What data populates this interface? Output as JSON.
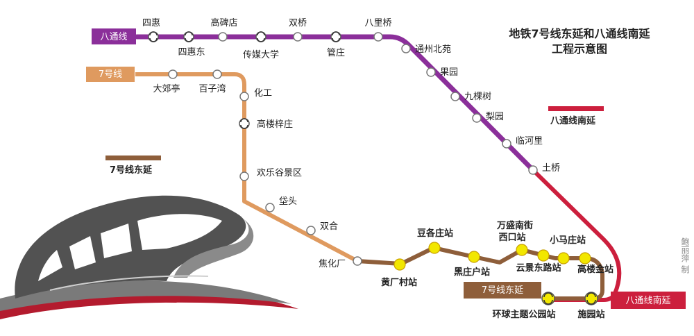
{
  "title": {
    "line1": "地铁7号线东延和八通线南延",
    "line2": "工程示意图"
  },
  "colors": {
    "line1": "#8b2f9a",
    "line7": "#df9a5f",
    "line7_ext": "#8e5e3a",
    "batong_ext": "#cc1f3d",
    "new_station": "#f2e700"
  },
  "labels": {
    "batong": "八通线",
    "line7": "7号线",
    "line7_ext_legend": "7号线东延",
    "batong_ext_legend": "八通线南延",
    "line7_ext_box": "7号线东延",
    "batong_ext_box": "八通线南延"
  },
  "stations": {
    "sihui": "四惠",
    "sihuidong": "四惠东",
    "gaobeidian": "高碑店",
    "chuanmei": "传媒大学",
    "shuangqiao": "双桥",
    "guanzhuang": "管庄",
    "baliqiao": "八里桥",
    "tongzhoubeiyuan": "通州北苑",
    "guoyuan": "果园",
    "jiukeshu": "九棵树",
    "liyuan": "梨园",
    "linheli": "临河里",
    "tuqiao": "土桥",
    "dajiaoting": "大郊亭",
    "baiziwan": "百子湾",
    "huagong": "化工",
    "gaoloudi": "高楼梓庄",
    "huanle": "欢乐谷景区",
    "daitou": "垈头",
    "shuanghe": "双合",
    "jiaohuachang": "焦化厂",
    "huangchang": "黄厂村站",
    "dougezhuang": "豆各庄站",
    "heizhuanghu": "黑庄户站",
    "wansheng_1": "万盛南街",
    "wansheng_2": "西口站",
    "yunjing": "云景东路站",
    "xiaomazhuang": "小马庄站",
    "gaolou": "高楼金站",
    "huanqiu": "环球主题公园站",
    "shiyuan": "施园站"
  },
  "credit": "鲍丽萍 制"
}
